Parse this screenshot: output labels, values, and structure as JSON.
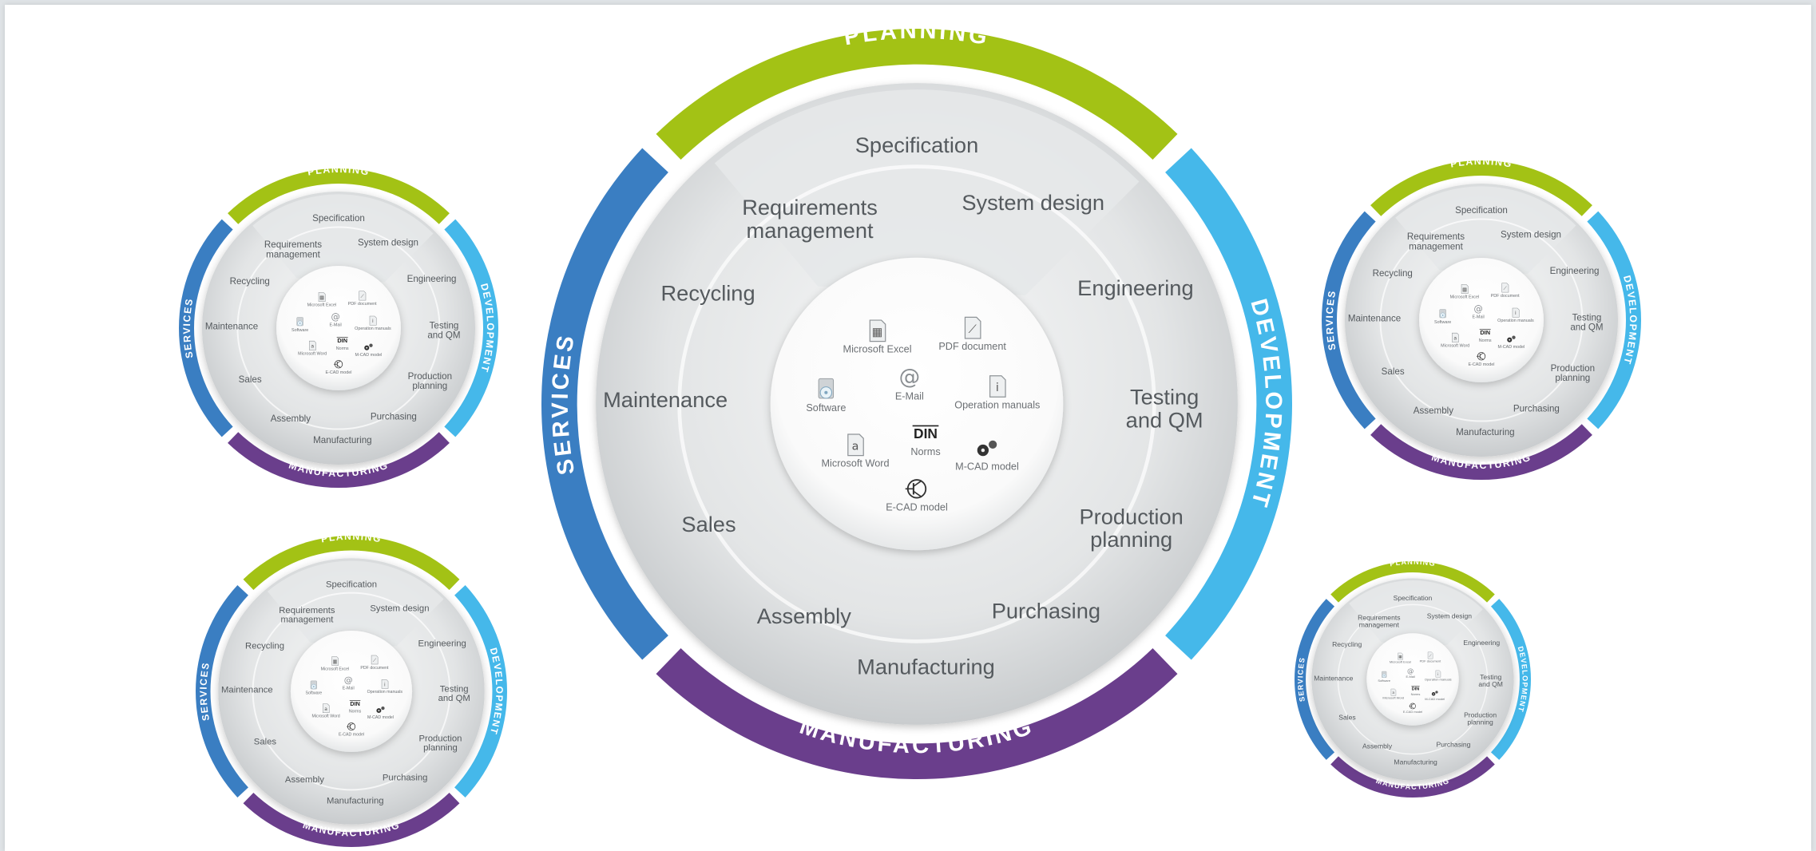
{
  "colors": {
    "planning": "#a3c215",
    "development": "#45b8ea",
    "manufacturing": "#6a3e8c",
    "services": "#3a7ec2",
    "disc": "#dcdee0",
    "text": "#555a5e"
  },
  "diagram": {
    "phases": {
      "planning": "PLANNING",
      "development": "DEVELOPMENT",
      "manufacturing": "MANUFACTURING",
      "services": "SERVICES"
    },
    "steps": [
      {
        "label": "Specification"
      },
      {
        "label": "Requirements\nmanagement"
      },
      {
        "label": "System design"
      },
      {
        "label": "Engineering"
      },
      {
        "label": "Testing\nand QM"
      },
      {
        "label": "Production\nplanning"
      },
      {
        "label": "Purchasing"
      },
      {
        "label": "Manufacturing"
      },
      {
        "label": "Assembly"
      },
      {
        "label": "Sales"
      },
      {
        "label": "Maintenance"
      },
      {
        "label": "Recycling"
      }
    ],
    "tools": [
      {
        "label": "Microsoft Excel",
        "icon": "excel-file-icon"
      },
      {
        "label": "PDF document",
        "icon": "pdf-document-icon"
      },
      {
        "label": "Software",
        "icon": "software-cd-icon"
      },
      {
        "label": "E-Mail",
        "icon": "at-sign-icon"
      },
      {
        "label": "Operation manuals",
        "icon": "manual-icon"
      },
      {
        "label": "Microsoft Word",
        "icon": "word-file-icon"
      },
      {
        "label": "Norms",
        "icon": "din-norms-icon",
        "mark": "DIN"
      },
      {
        "label": "M-CAD model",
        "icon": "gears-icon"
      },
      {
        "label": "E-CAD model",
        "icon": "transistor-icon"
      }
    ]
  }
}
